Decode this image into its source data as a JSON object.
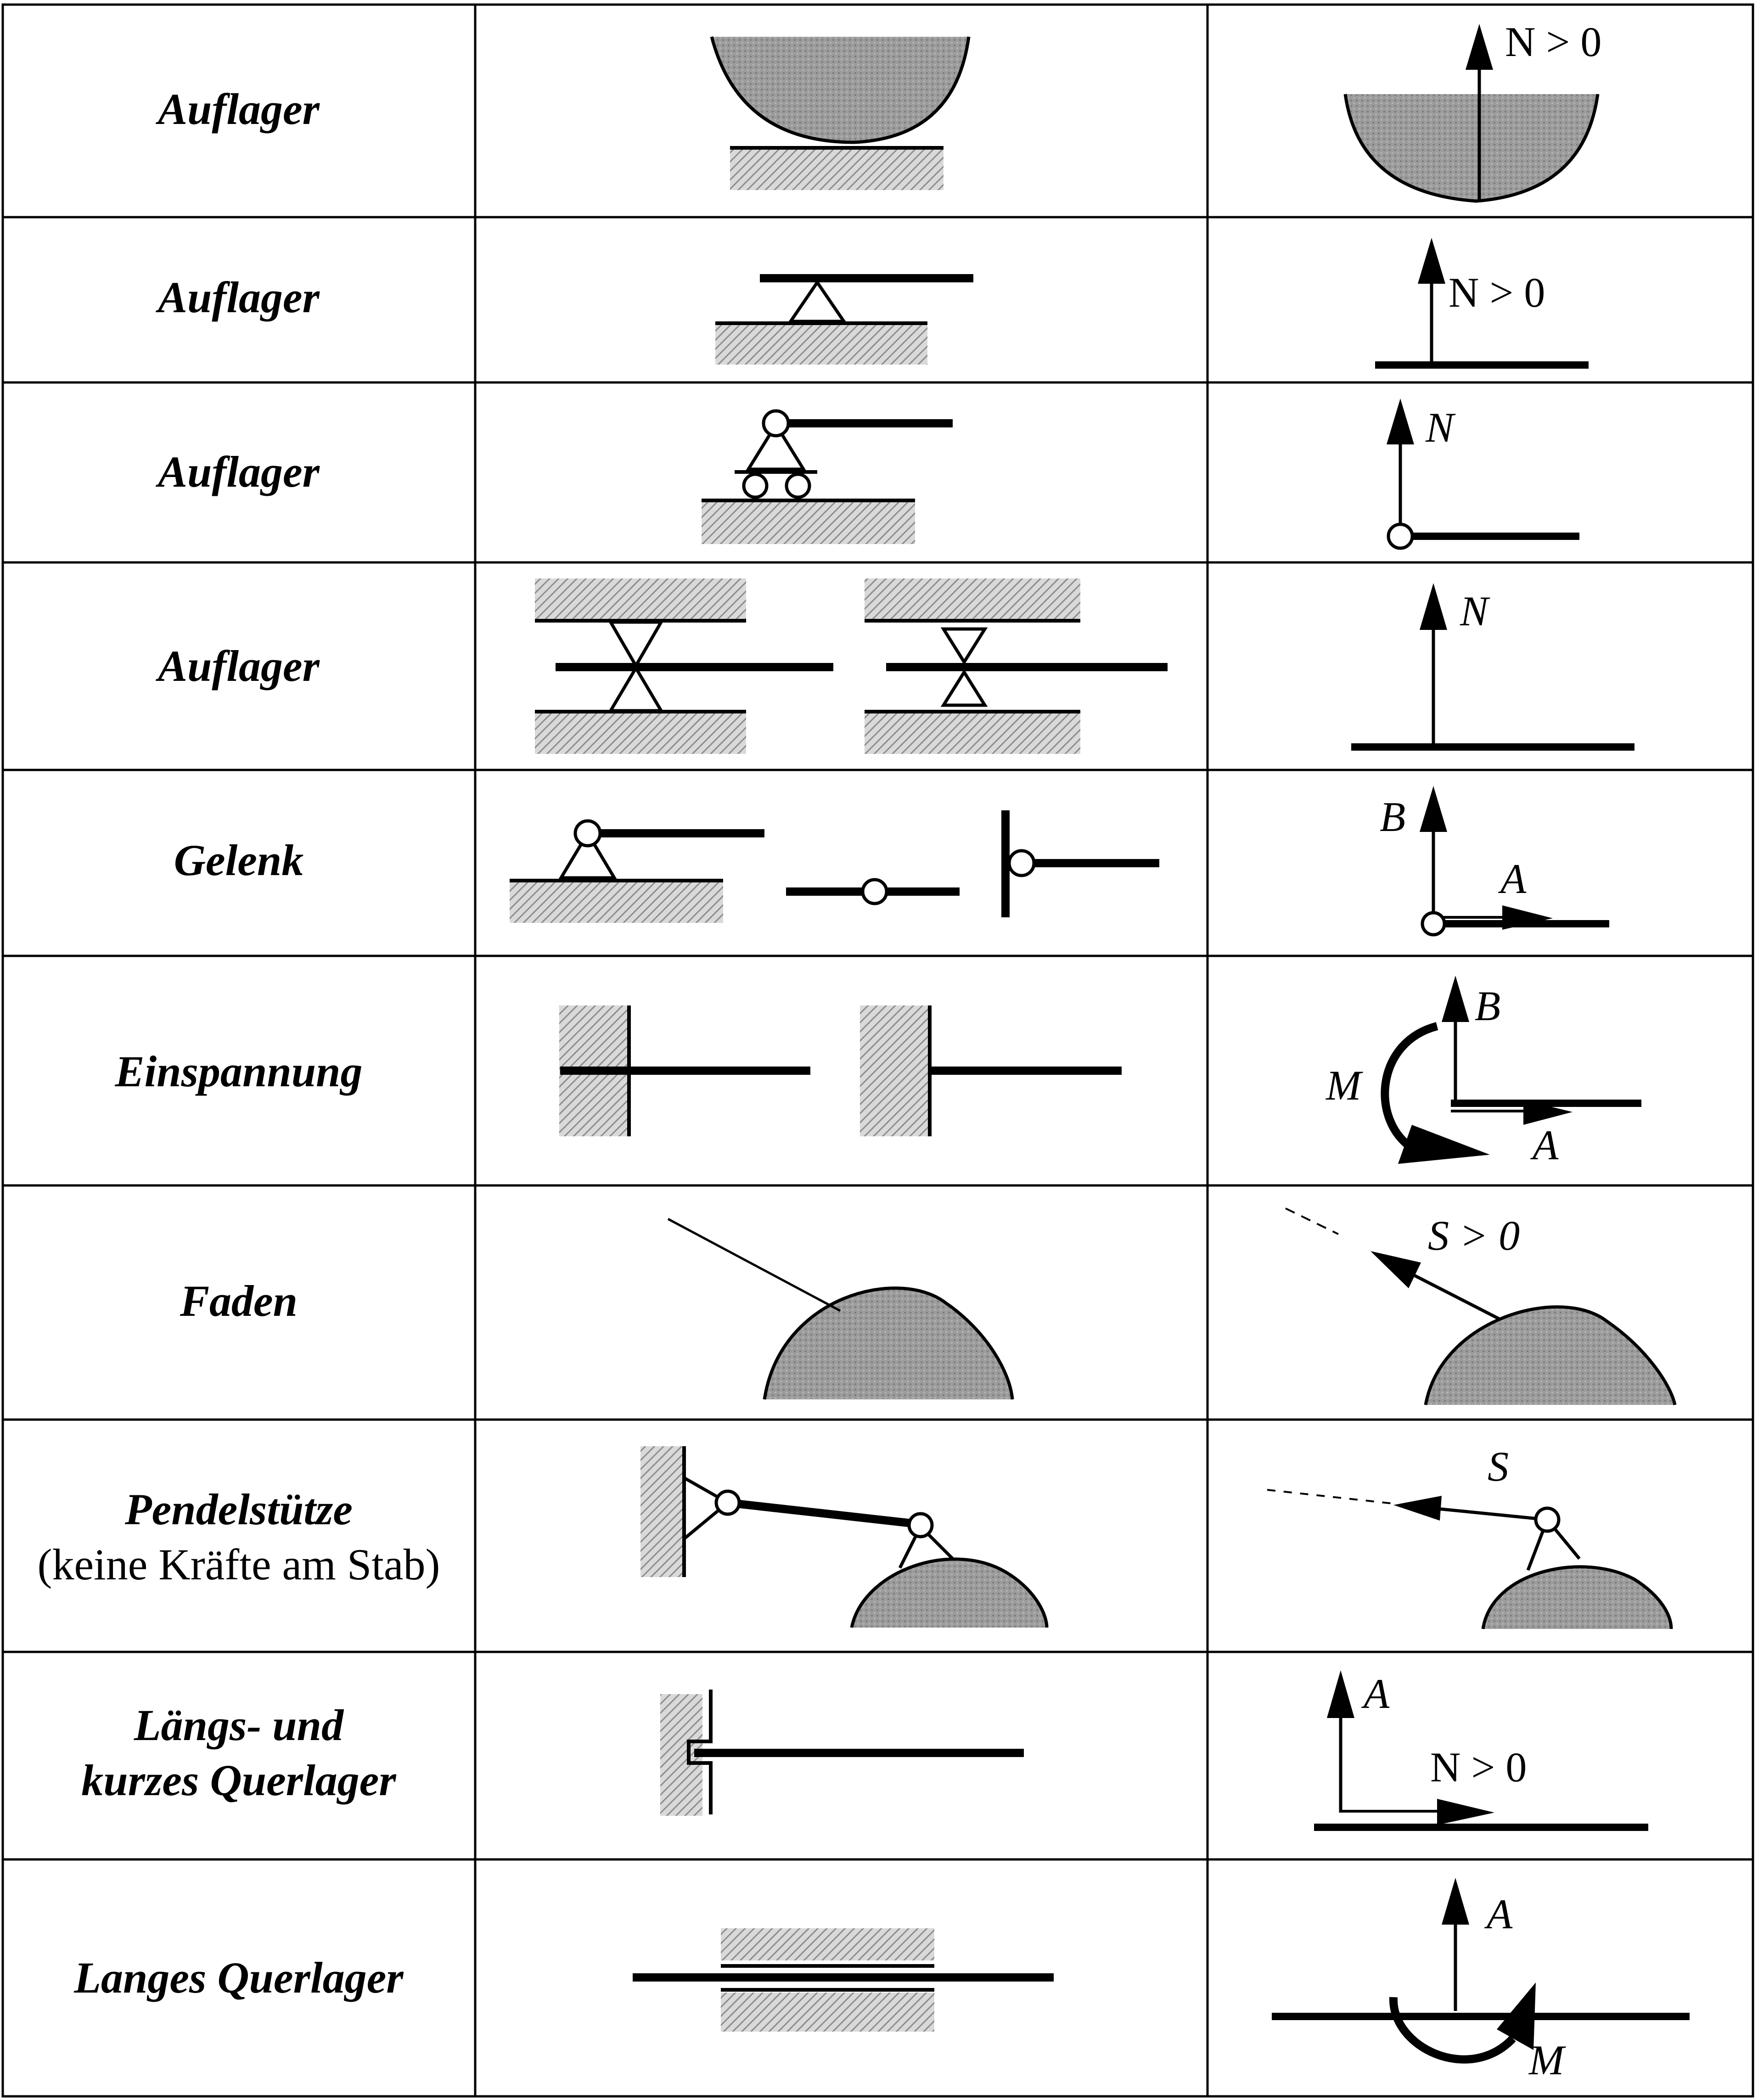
{
  "rows": [
    {
      "label": "Auflager",
      "force_labels": {
        "n": "N > 0"
      }
    },
    {
      "label": "Auflager",
      "force_labels": {
        "n": "N > 0"
      }
    },
    {
      "label": "Auflager",
      "force_labels": {
        "n": "N"
      }
    },
    {
      "label": "Auflager",
      "force_labels": {
        "n": "N"
      }
    },
    {
      "label": "Gelenk",
      "force_labels": {
        "b": "B",
        "a": "A"
      }
    },
    {
      "label": "Einspannung",
      "force_labels": {
        "b": "B",
        "m": "M",
        "a": "A"
      }
    },
    {
      "label": "Faden",
      "force_labels": {
        "s": "S > 0"
      }
    },
    {
      "label": "Pendelstütze",
      "sublabel": "(keine Kräfte am Stab)",
      "force_labels": {
        "s": "S"
      }
    },
    {
      "label_line1": "Längs- und",
      "label_line2": "kurzes Querlager",
      "force_labels": {
        "a": "A",
        "n": "N > 0"
      }
    },
    {
      "label": "Langes Querlager",
      "force_labels": {
        "a": "A",
        "m": "M"
      }
    }
  ],
  "colors": {
    "ink": "#000000",
    "fill_gray": "#9a9a9a",
    "hatch": "#bdbdbd",
    "background": "#ffffff"
  }
}
